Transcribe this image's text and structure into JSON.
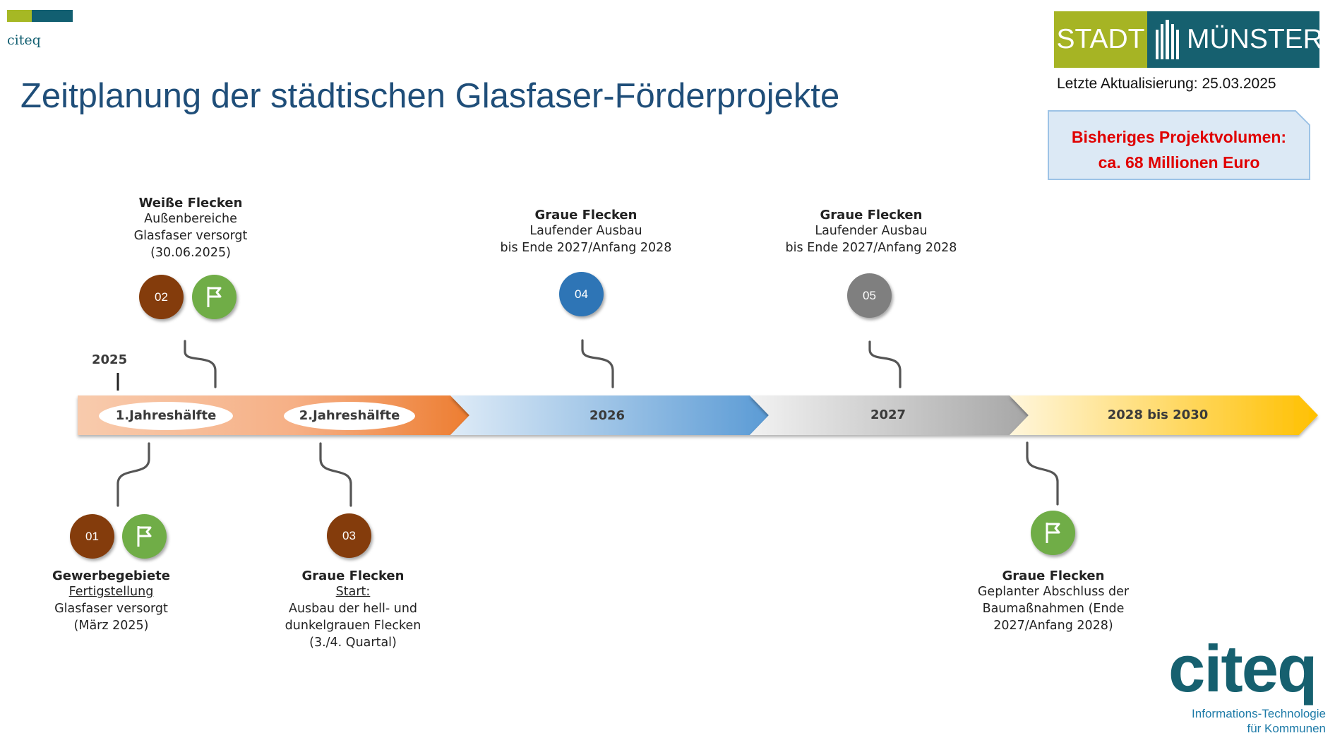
{
  "header": {
    "brand": "citeq",
    "title": "Zeitplanung der städtischen Glasfaser-Förderprojekte",
    "logo_left": "STADT",
    "logo_right": "MÜNSTER",
    "update": "Letzte Aktualisierung: 25.03.2025"
  },
  "volume": {
    "line1": "Bisheriges Projektvolumen:",
    "line2": "ca. 68 Millionen Euro"
  },
  "timeline": {
    "start_year": "2025",
    "half1": "1.Jahreshälfte",
    "half2": "2.Jahreshälfte",
    "y2026": "2026",
    "y2027": "2027",
    "y2028": "2028 bis 2030"
  },
  "milestones": {
    "m01": {
      "num": "01",
      "title": "Gewerbegebiete",
      "l1": "Fertigstellung",
      "l2": "Glasfaser versorgt",
      "l3": "(März 2025)"
    },
    "m02": {
      "num": "02",
      "title": "Weiße Flecken",
      "l1": "Außenbereiche",
      "l2": "Glasfaser versorgt",
      "l3": "(30.06.2025)"
    },
    "m03": {
      "num": "03",
      "title": "Graue Flecken",
      "l1": "Start:",
      "l2": "Ausbau der hell- und",
      "l3": "dunkelgrauen Flecken",
      "l4": "(3./4. Quartal)"
    },
    "m04": {
      "num": "04",
      "title": "Graue Flecken",
      "l1": "Laufender Ausbau",
      "l2": "bis Ende 2027/Anfang 2028"
    },
    "m05": {
      "num": "05",
      "title": "Graue Flecken",
      "l1": "Laufender Ausbau",
      "l2": "bis Ende 2027/Anfang 2028"
    },
    "m06": {
      "title": "Graue Flecken",
      "l1": "Geplanter Abschluss der",
      "l2": "Baumaßnahmen (Ende",
      "l3": "2027/Anfang 2028)"
    }
  },
  "footer": {
    "logo": "citeq",
    "sub1": "Informations-Technologie",
    "sub2": "für Kommunen"
  },
  "colors": {
    "brown": "#843c0c",
    "green": "#70ad47",
    "blue": "#2e75b6",
    "grey": "#7f7f7f",
    "title": "#1f4e79"
  }
}
